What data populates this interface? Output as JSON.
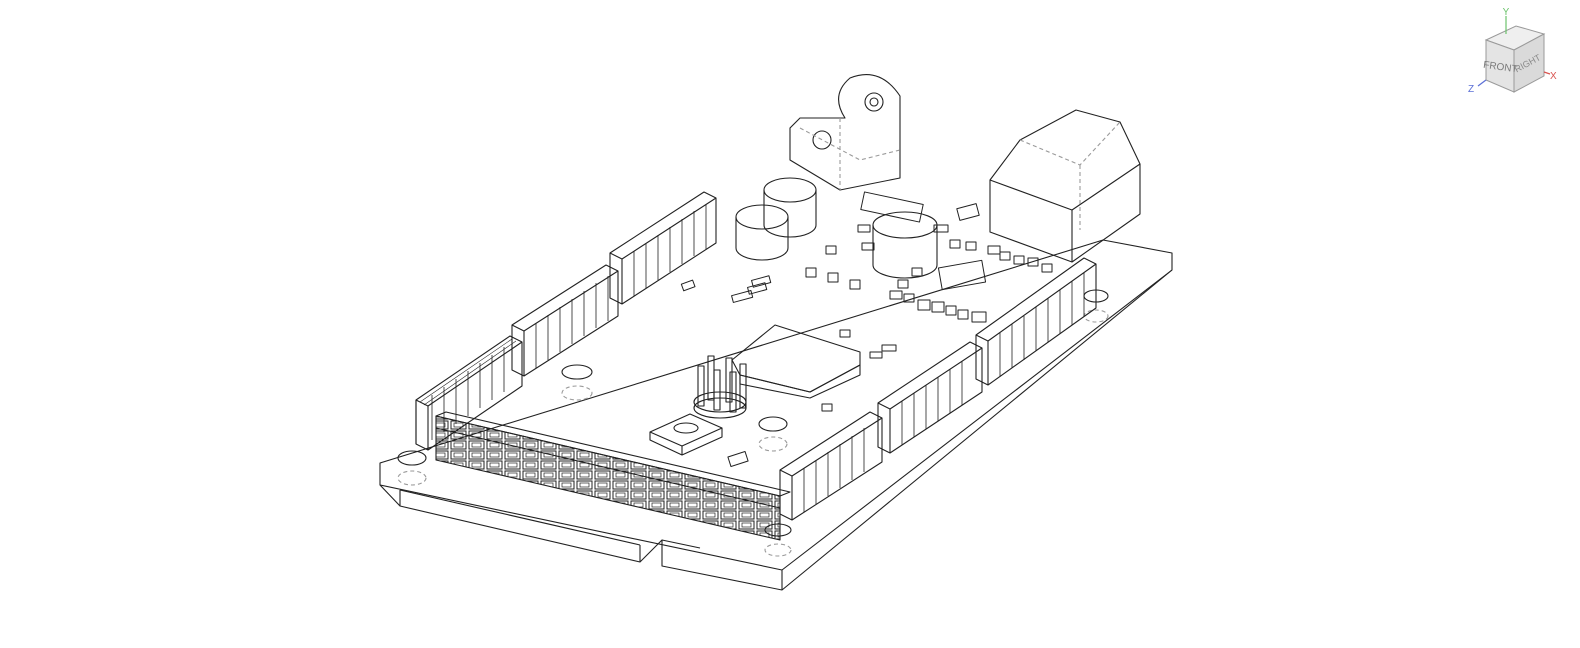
{
  "viewport": {
    "background": "#ffffff",
    "line_color": "#222222",
    "hidden_line_color": "#9a9a9a"
  },
  "viewcube": {
    "faces": {
      "front": "FRONT",
      "right": "RIGHT"
    },
    "axes": {
      "x": "X",
      "y": "Y",
      "z": "Z"
    },
    "axis_colors": {
      "x": "#d9534f",
      "y": "#6cc36c",
      "z": "#5b6fd6"
    }
  }
}
